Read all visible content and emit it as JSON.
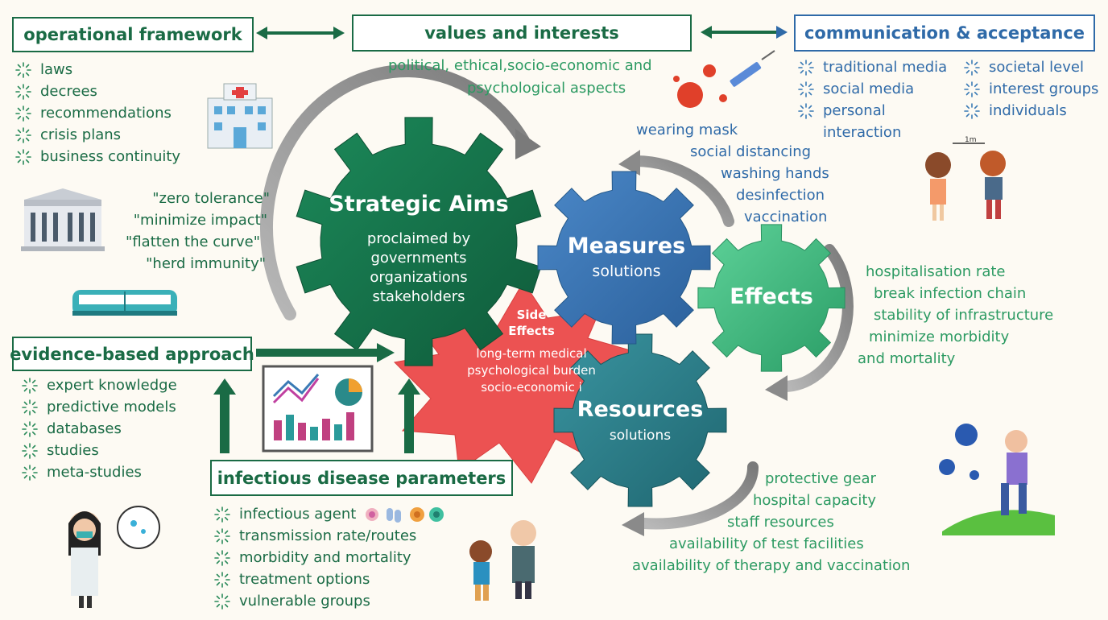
{
  "operational_framework": {
    "title": "operational framework",
    "items": [
      "laws",
      "decrees",
      "recommendations",
      "crisis plans",
      "business continuity"
    ]
  },
  "values_and_interests": {
    "title": "values and interests",
    "line1": "political, ethical,socio-economic  and",
    "line2": "psychological aspects"
  },
  "communication": {
    "title": "communication & acceptance",
    "col1": [
      "traditional media",
      "social media",
      "personal",
      "interaction"
    ],
    "col2": [
      "societal level",
      "interest groups",
      "individuals"
    ]
  },
  "aims_quotes": [
    "\"zero tolerance\"",
    "\"minimize impact\"",
    "\"flatten the curve\"",
    "\"herd immunity\""
  ],
  "strategic_aims": {
    "title": "Strategic Aims",
    "lines": [
      "proclaimed by",
      "governments",
      "organizations",
      "stakeholders"
    ]
  },
  "measures": {
    "title": "Measures",
    "subtitle": "solutions"
  },
  "measures_list": [
    "wearing mask",
    "social distancing",
    "washing hands",
    "desinfection",
    "vaccination"
  ],
  "effects": {
    "title": "Effects"
  },
  "effects_list": [
    "hospitalisation rate",
    "break infection chain",
    "stability of infrastructure",
    "minimize morbidity",
    "and mortality"
  ],
  "resources": {
    "title": "Resources",
    "subtitle": "solutions"
  },
  "resources_list": [
    "protective gear",
    "hospital capacity",
    "staff resources",
    "availability of test facilities",
    "availability of therapy and vaccination"
  ],
  "side_effects": {
    "title1": "Side",
    "title2": "Effects",
    "lines": [
      "long-term medical",
      "psychological burden",
      "socio-economic i"
    ]
  },
  "evidence": {
    "title": "evidence-based approach",
    "items": [
      "expert knowledge",
      "predictive models",
      "databases",
      "studies",
      "meta-studies"
    ]
  },
  "disease_params": {
    "title": "infectious disease parameters",
    "items": [
      "infectious agent",
      "transmission rate/routes",
      "morbidity and mortality",
      "treatment options",
      "vulnerable groups"
    ]
  },
  "distance_label": "1m",
  "colors": {
    "dark_green": "#1a6b45",
    "light_green": "#2c9a62",
    "blue": "#2f6aa8",
    "gear_aims": "#14704a",
    "gear_measures": "#3a75b5",
    "gear_effects": "#35b478",
    "gear_resources": "#2a7a84",
    "side_effects": "#ec5252"
  }
}
